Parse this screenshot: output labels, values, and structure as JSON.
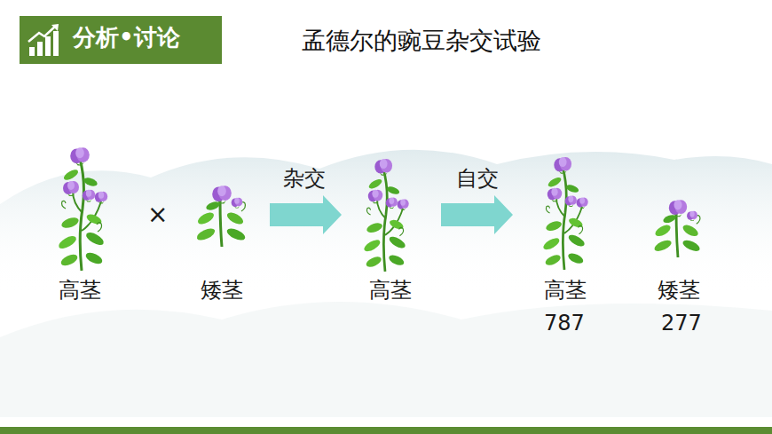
{
  "diagram": {
    "title": "孟德尔的豌豆杂交试验",
    "nodes": [
      {
        "text": [
          "分析•讨论"
        ]
      }
    ],
    "edges": [],
    "labels": [
      "高茎",
      "×",
      "矮茎",
      "杂交",
      "高茎",
      "自交",
      "高茎",
      "787",
      "矮茎",
      "277"
    ]
  }
}
